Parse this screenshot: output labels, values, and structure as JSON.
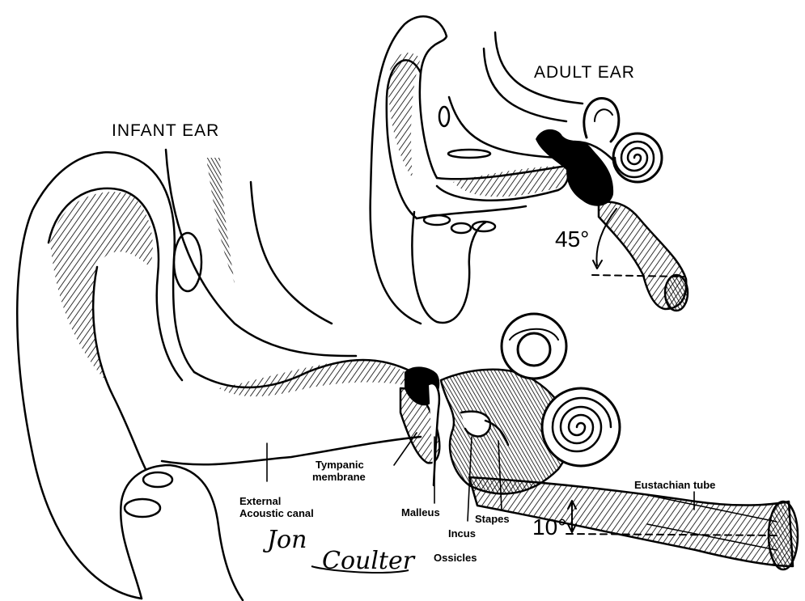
{
  "titles": {
    "infant": "INFANT EAR",
    "adult": "ADULT EAR"
  },
  "labels": {
    "tympanic_line1": "Tympanic",
    "tympanic_line2": "membrane",
    "canal_line1": "External",
    "canal_line2": "Acoustic canal",
    "malleus": "Malleus",
    "stapes": "Stapes",
    "incus": "Incus",
    "ossicles": "Ossicles",
    "eustachian": "Eustachian tube"
  },
  "angles": {
    "adult": "45°",
    "infant": "10°"
  },
  "signature": {
    "first": "Jon",
    "last": "Coulter"
  },
  "colors": {
    "ink": "#000000",
    "paper": "#ffffff"
  }
}
